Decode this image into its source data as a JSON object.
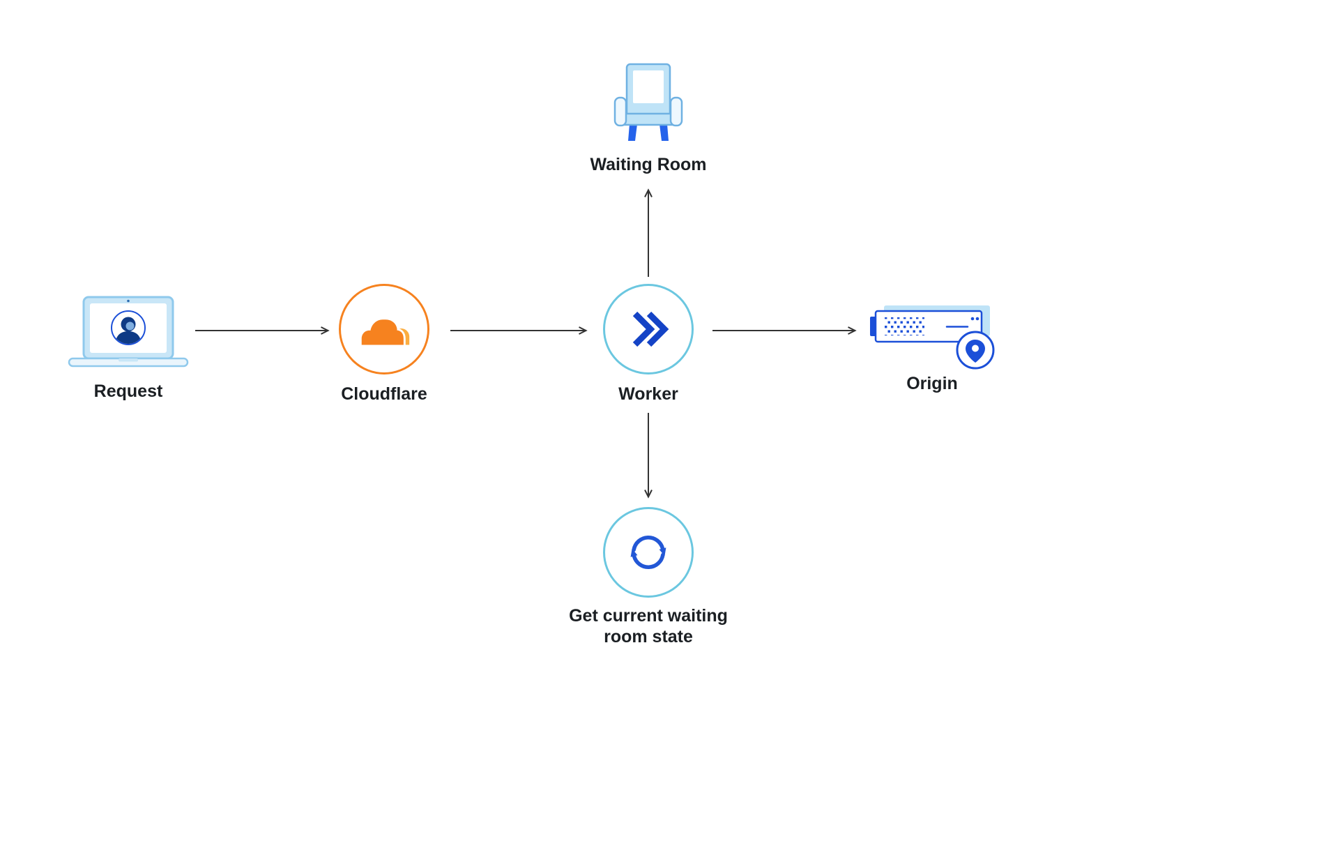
{
  "nodes": {
    "request": {
      "label": "Request",
      "icon": "laptop-user-icon"
    },
    "cloudflare": {
      "label": "Cloudflare",
      "icon": "cloudflare-logo-icon"
    },
    "worker": {
      "label": "Worker",
      "icon": "workers-chevrons-icon"
    },
    "waiting_room": {
      "label": "Waiting Room",
      "icon": "armchair-icon"
    },
    "origin": {
      "label": "Origin",
      "icon": "server-location-icon"
    },
    "waiting_state": {
      "label_line1": "Get current waiting",
      "label_line2": "room state",
      "icon": "sync-icon"
    }
  },
  "edges": [
    {
      "from": "request",
      "to": "cloudflare"
    },
    {
      "from": "cloudflare",
      "to": "worker"
    },
    {
      "from": "worker",
      "to": "waiting_room"
    },
    {
      "from": "worker",
      "to": "origin"
    },
    {
      "from": "worker",
      "to": "waiting_state"
    }
  ],
  "colors": {
    "cloudflare_orange": "#F6821F",
    "cloudflare_orange_light": "#FBAD41",
    "royal_blue": "#1B4FD8",
    "dark_navy": "#0E3A85",
    "cyan_ring": "#6BC7E0",
    "sky_blue": "#BFE3F7",
    "arrow": "#333333",
    "text": "#1B1F23",
    "background": "#FFFFFF"
  }
}
